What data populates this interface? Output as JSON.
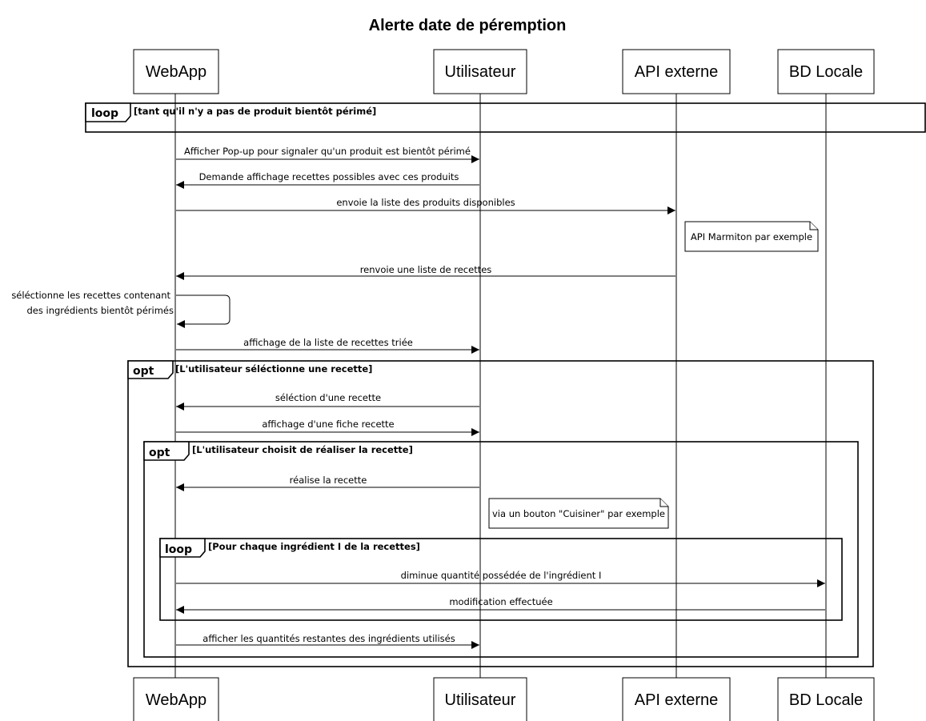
{
  "title": "Alerte date de péremption",
  "participants": [
    "WebApp",
    "Utilisateur",
    "API externe",
    "BD Locale"
  ],
  "fragments": {
    "loop1": {
      "tag": "loop",
      "condition": "[tant qu'il n'y a pas de produit bientôt périmé]"
    },
    "opt1": {
      "tag": "opt",
      "condition": "[L'utilisateur séléctionne une recette]"
    },
    "opt2": {
      "tag": "opt",
      "condition": "[L'utilisateur choisit de réaliser la recette]"
    },
    "loop2": {
      "tag": "loop",
      "condition": "[Pour chaque ingrédient I de la recettes]"
    }
  },
  "messages": {
    "m1": "Afficher Pop-up pour signaler qu'un produit est bientôt périmé",
    "m2": "Demande affichage recettes possibles avec ces produits",
    "m3": "envoie la liste des produits disponibles",
    "m4": "renvoie une liste de recettes",
    "m5_line1": "séléctionne les recettes contenant",
    "m5_line2": "des ingrédients bientôt périmés",
    "m6": "affichage de la liste de recettes triée",
    "m7": "séléction d'une recette",
    "m8": "affichage d'une fiche recette",
    "m9": "réalise la recette",
    "m10": "diminue quantité possédée de l'ingrédient I",
    "m11": "modification effectuée",
    "m12": "afficher les quantités restantes des ingrédients utilisés"
  },
  "notes": {
    "n1": "API Marmiton par exemple",
    "n2": "via un bouton \"Cuisiner\" par exemple"
  }
}
